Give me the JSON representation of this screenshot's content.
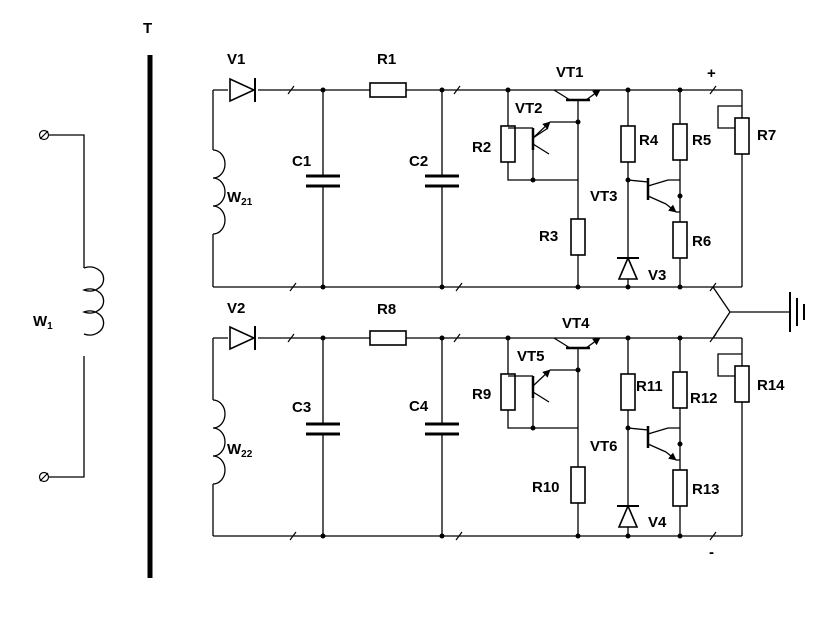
{
  "labels": {
    "T": "T",
    "W1": {
      "main": "W",
      "sub": "1"
    },
    "W21": {
      "main": "W",
      "sub": "21"
    },
    "W22": {
      "main": "W",
      "sub": "22"
    },
    "V1": "V1",
    "V2": "V2",
    "V3": "V3",
    "V4": "V4",
    "R1": "R1",
    "R2": "R2",
    "R3": "R3",
    "R4": "R4",
    "R5": "R5",
    "R6": "R6",
    "R7": "R7",
    "R8": "R8",
    "R9": "R9",
    "R10": "R10",
    "R11": "R11",
    "R12": "R12",
    "R13": "R13",
    "R14": "R14",
    "C1": "C1",
    "C2": "C2",
    "C3": "C3",
    "C4": "C4",
    "VT1": "VT1",
    "VT2": "VT2",
    "VT3": "VT3",
    "VT4": "VT4",
    "VT5": "VT5",
    "VT6": "VT6",
    "plus": "+",
    "minus": "-"
  }
}
